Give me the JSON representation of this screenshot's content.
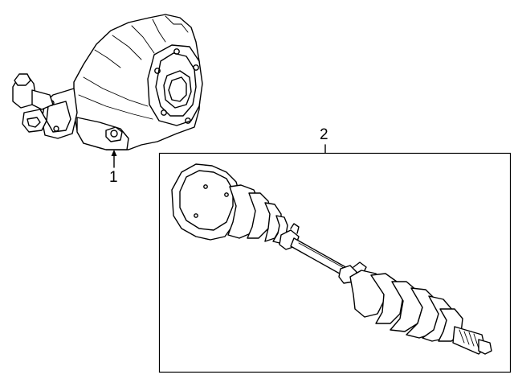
{
  "callouts": [
    {
      "id": "1",
      "label": "1"
    },
    {
      "id": "2",
      "label": "2"
    }
  ],
  "parts": [
    {
      "callout": "1",
      "icon": "differential-assembly-icon"
    },
    {
      "callout": "2",
      "icon": "axle-shaft-assembly-icon"
    }
  ],
  "colors": {
    "line": "#000000",
    "background": "#ffffff"
  }
}
